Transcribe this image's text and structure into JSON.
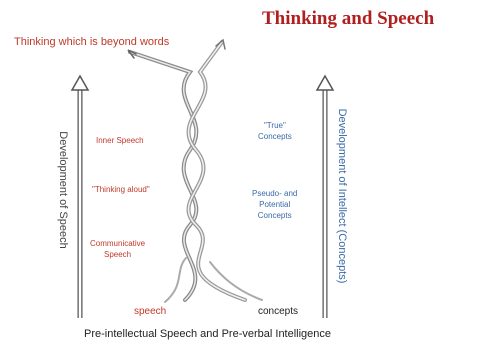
{
  "title": "Thinking and Speech",
  "top_label": "Thinking which is beyond words",
  "left_axis_label": "Development of Speech",
  "right_axis_label": "Development of Intellect (Concepts)",
  "speech_stages": [
    "Inner Speech",
    "\"Thinking aloud\"",
    "Communicative\nSpeech"
  ],
  "concept_stages": [
    "\"True\"\nConcepts",
    "Pseudo- and\nPotential\nConcepts"
  ],
  "strand_labels": {
    "speech": "speech",
    "concepts": "concepts"
  },
  "bottom_label": "Pre-intellectual Speech and Pre-verbal Intelligence",
  "colors": {
    "title": "#b01e1e",
    "speech_text": "#c0392b",
    "concept_text": "#3a6aa8",
    "axis_text": "#444444",
    "arrow": "#555555",
    "strand": "#8a8a8a"
  }
}
